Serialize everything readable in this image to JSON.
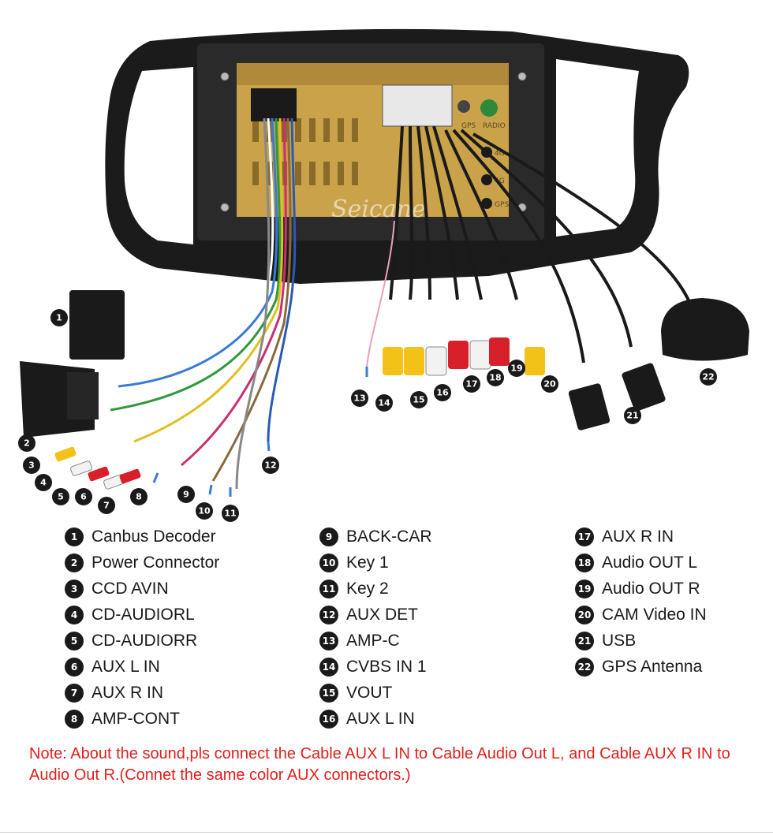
{
  "watermark": "Seicane",
  "panel_labels": [
    "GPS",
    "RADIO",
    "4G",
    "4G",
    "GPS"
  ],
  "legend": [
    {
      "num": "1",
      "label": "Canbus Decoder"
    },
    {
      "num": "2",
      "label": "Power Connector"
    },
    {
      "num": "3",
      "label": "CCD AVIN"
    },
    {
      "num": "4",
      "label": "CD-AUDIORL"
    },
    {
      "num": "5",
      "label": "CD-AUDIORR"
    },
    {
      "num": "6",
      "label": "AUX L IN"
    },
    {
      "num": "7",
      "label": "AUX R IN"
    },
    {
      "num": "8",
      "label": "AMP-CONT"
    },
    {
      "num": "9",
      "label": "BACK-CAR"
    },
    {
      "num": "10",
      "label": "Key 1"
    },
    {
      "num": "11",
      "label": "Key 2"
    },
    {
      "num": "12",
      "label": "AUX DET"
    },
    {
      "num": "13",
      "label": "AMP-C"
    },
    {
      "num": "14",
      "label": "CVBS IN 1"
    },
    {
      "num": "15",
      "label": "VOUT"
    },
    {
      "num": "16",
      "label": "AUX L IN"
    },
    {
      "num": "17",
      "label": "AUX R IN"
    },
    {
      "num": "18",
      "label": "Audio OUT L"
    },
    {
      "num": "19",
      "label": "Audio OUT R"
    },
    {
      "num": "20",
      "label": "CAM Video IN"
    },
    {
      "num": "21",
      "label": "USB"
    },
    {
      "num": "22",
      "label": "GPS Antenna"
    }
  ],
  "note": "Note: About the sound,pls connect the Cable AUX L IN to Cable Audio Out L, and Cable AUX R IN to  Audio Out R.(Connet the same color AUX connectors.)",
  "colors": {
    "note_red": "#e0201c",
    "bezel": "#1b1b1b",
    "panel_gold": "#c9a24a",
    "rca_yellow": "#f2c218",
    "rca_red": "#d8202a",
    "rca_white": "#f2f2f2",
    "badge": "#1a1a1a"
  }
}
